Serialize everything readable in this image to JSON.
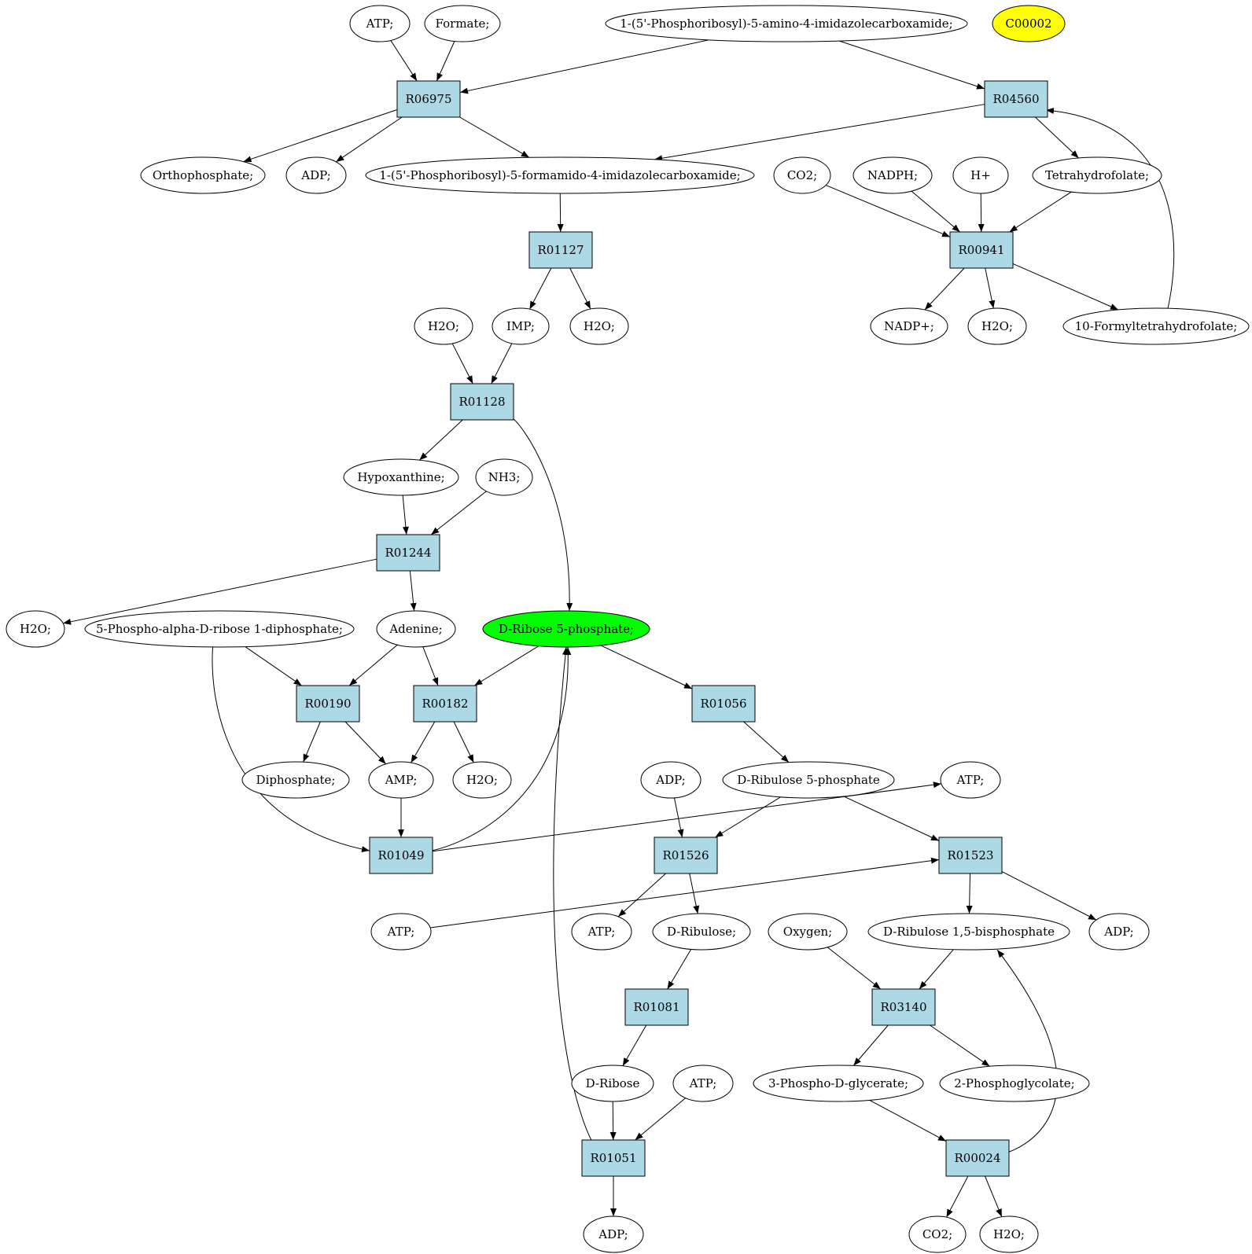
{
  "colors": {
    "reaction_fill": "#add8e6",
    "compound_fill": "#ffffff",
    "target_fill": "#00ff00",
    "query_fill": "#ffff00",
    "stroke": "#000000"
  },
  "graph": {
    "nodes": [
      {
        "id": "atp1",
        "label": "ATP;",
        "kind": "compound"
      },
      {
        "id": "formate",
        "label": "Formate;",
        "kind": "compound"
      },
      {
        "id": "aicar",
        "label": "1-(5'-Phosphoribosyl)-5-amino-4-imidazolecarboxamide;",
        "kind": "compound"
      },
      {
        "id": "c00002",
        "label": "C00002",
        "kind": "query"
      },
      {
        "id": "r06975",
        "label": "R06975",
        "kind": "reaction"
      },
      {
        "id": "r04560",
        "label": "R04560",
        "kind": "reaction"
      },
      {
        "id": "orthophosphate",
        "label": "Orthophosphate;",
        "kind": "compound"
      },
      {
        "id": "adp1",
        "label": "ADP;",
        "kind": "compound"
      },
      {
        "id": "faicar",
        "label": "1-(5'-Phosphoribosyl)-5-formamido-4-imidazolecarboxamide;",
        "kind": "compound"
      },
      {
        "id": "co2a",
        "label": "CO2;",
        "kind": "compound"
      },
      {
        "id": "nadph",
        "label": "NADPH;",
        "kind": "compound"
      },
      {
        "id": "hplus",
        "label": "H+",
        "kind": "compound"
      },
      {
        "id": "thf",
        "label": "Tetrahydrofolate;",
        "kind": "compound"
      },
      {
        "id": "r01127",
        "label": "R01127",
        "kind": "reaction"
      },
      {
        "id": "r00941",
        "label": "R00941",
        "kind": "reaction"
      },
      {
        "id": "h2o1",
        "label": "H2O;",
        "kind": "compound"
      },
      {
        "id": "imp",
        "label": "IMP;",
        "kind": "compound"
      },
      {
        "id": "h2o2",
        "label": "H2O;",
        "kind": "compound"
      },
      {
        "id": "nadp",
        "label": "NADP+;",
        "kind": "compound"
      },
      {
        "id": "h2o3",
        "label": "H2O;",
        "kind": "compound"
      },
      {
        "id": "fthf",
        "label": "10-Formyltetrahydrofolate;",
        "kind": "compound"
      },
      {
        "id": "r01128",
        "label": "R01128",
        "kind": "reaction"
      },
      {
        "id": "hypoxanthine",
        "label": "Hypoxanthine;",
        "kind": "compound"
      },
      {
        "id": "nh3",
        "label": "NH3;",
        "kind": "compound"
      },
      {
        "id": "r01244",
        "label": "R01244",
        "kind": "reaction"
      },
      {
        "id": "h2o4",
        "label": "H2O;",
        "kind": "compound"
      },
      {
        "id": "prpp",
        "label": "5-Phospho-alpha-D-ribose 1-diphosphate;",
        "kind": "compound"
      },
      {
        "id": "adenine",
        "label": "Adenine;",
        "kind": "compound"
      },
      {
        "id": "r5p",
        "label": "D-Ribose 5-phosphate;",
        "kind": "target"
      },
      {
        "id": "r00190",
        "label": "R00190",
        "kind": "reaction"
      },
      {
        "id": "r00182",
        "label": "R00182",
        "kind": "reaction"
      },
      {
        "id": "r01056",
        "label": "R01056",
        "kind": "reaction"
      },
      {
        "id": "diphosphate",
        "label": "Diphosphate;",
        "kind": "compound"
      },
      {
        "id": "amp",
        "label": "AMP;",
        "kind": "compound"
      },
      {
        "id": "h2o5",
        "label": "H2O;",
        "kind": "compound"
      },
      {
        "id": "adp2",
        "label": "ADP;",
        "kind": "compound"
      },
      {
        "id": "ru5p",
        "label": "D-Ribulose 5-phosphate",
        "kind": "compound"
      },
      {
        "id": "atp2",
        "label": "ATP;",
        "kind": "compound"
      },
      {
        "id": "r01049",
        "label": "R01049",
        "kind": "reaction"
      },
      {
        "id": "r01526",
        "label": "R01526",
        "kind": "reaction"
      },
      {
        "id": "r01523",
        "label": "R01523",
        "kind": "reaction"
      },
      {
        "id": "atp3",
        "label": "ATP;",
        "kind": "compound"
      },
      {
        "id": "atp4",
        "label": "ATP;",
        "kind": "compound"
      },
      {
        "id": "dribulose",
        "label": "D-Ribulose;",
        "kind": "compound"
      },
      {
        "id": "oxygen",
        "label": "Oxygen;",
        "kind": "compound"
      },
      {
        "id": "rubp",
        "label": "D-Ribulose 1,5-bisphosphate",
        "kind": "compound"
      },
      {
        "id": "adp3",
        "label": "ADP;",
        "kind": "compound"
      },
      {
        "id": "r01081",
        "label": "R01081",
        "kind": "reaction"
      },
      {
        "id": "r03140",
        "label": "R03140",
        "kind": "reaction"
      },
      {
        "id": "dribose",
        "label": "D-Ribose",
        "kind": "compound"
      },
      {
        "id": "atp5",
        "label": "ATP;",
        "kind": "compound"
      },
      {
        "id": "pga",
        "label": "3-Phospho-D-glycerate;",
        "kind": "compound"
      },
      {
        "id": "pglycolate",
        "label": "2-Phosphoglycolate;",
        "kind": "compound"
      },
      {
        "id": "r01051",
        "label": "R01051",
        "kind": "reaction"
      },
      {
        "id": "r00024",
        "label": "R00024",
        "kind": "reaction"
      },
      {
        "id": "adp4",
        "label": "ADP;",
        "kind": "compound"
      },
      {
        "id": "co2b",
        "label": "CO2;",
        "kind": "compound"
      },
      {
        "id": "h2o6",
        "label": "H2O;",
        "kind": "compound"
      }
    ],
    "edges": [
      [
        "atp1",
        "r06975"
      ],
      [
        "formate",
        "r06975"
      ],
      [
        "aicar",
        "r06975"
      ],
      [
        "aicar",
        "r04560"
      ],
      [
        "r06975",
        "orthophosphate"
      ],
      [
        "r06975",
        "adp1"
      ],
      [
        "r06975",
        "faicar"
      ],
      [
        "r04560",
        "faicar"
      ],
      [
        "r04560",
        "thf"
      ],
      [
        "fthf",
        "r04560"
      ],
      [
        "faicar",
        "r01127"
      ],
      [
        "r01127",
        "imp"
      ],
      [
        "r01127",
        "h2o2"
      ],
      [
        "co2a",
        "r00941"
      ],
      [
        "nadph",
        "r00941"
      ],
      [
        "hplus",
        "r00941"
      ],
      [
        "thf",
        "r00941"
      ],
      [
        "r00941",
        "nadp"
      ],
      [
        "r00941",
        "h2o3"
      ],
      [
        "r00941",
        "fthf"
      ],
      [
        "h2o1",
        "r01128"
      ],
      [
        "imp",
        "r01128"
      ],
      [
        "r01128",
        "hypoxanthine"
      ],
      [
        "r01128",
        "r5p"
      ],
      [
        "hypoxanthine",
        "r01244"
      ],
      [
        "nh3",
        "r01244"
      ],
      [
        "r01244",
        "h2o4"
      ],
      [
        "r01244",
        "adenine"
      ],
      [
        "prpp",
        "r00190"
      ],
      [
        "adenine",
        "r00190"
      ],
      [
        "adenine",
        "r00182"
      ],
      [
        "r5p",
        "r00182"
      ],
      [
        "prpp",
        "r01049"
      ],
      [
        "r5p",
        "r01056"
      ],
      [
        "r00190",
        "diphosphate"
      ],
      [
        "r00190",
        "amp"
      ],
      [
        "r00182",
        "amp"
      ],
      [
        "r00182",
        "h2o5"
      ],
      [
        "amp",
        "r01049"
      ],
      [
        "r01049",
        "r5p"
      ],
      [
        "r01049",
        "atp2"
      ],
      [
        "r01056",
        "ru5p"
      ],
      [
        "adp2",
        "r01526"
      ],
      [
        "ru5p",
        "r01526"
      ],
      [
        "ru5p",
        "r01523"
      ],
      [
        "atp3",
        "r01523"
      ],
      [
        "r01526",
        "atp4"
      ],
      [
        "r01526",
        "dribulose"
      ],
      [
        "r01523",
        "rubp"
      ],
      [
        "r01523",
        "adp3"
      ],
      [
        "dribulose",
        "r01081"
      ],
      [
        "oxygen",
        "r03140"
      ],
      [
        "rubp",
        "r03140"
      ],
      [
        "r01081",
        "dribose"
      ],
      [
        "r03140",
        "pga"
      ],
      [
        "r03140",
        "pglycolate"
      ],
      [
        "dribose",
        "r01051"
      ],
      [
        "atp5",
        "r01051"
      ],
      [
        "r01051",
        "r5p"
      ],
      [
        "r01051",
        "adp4"
      ],
      [
        "pga",
        "r00024"
      ],
      [
        "r00024",
        "rubp"
      ],
      [
        "r00024",
        "co2b"
      ],
      [
        "r00024",
        "h2o6"
      ]
    ]
  }
}
